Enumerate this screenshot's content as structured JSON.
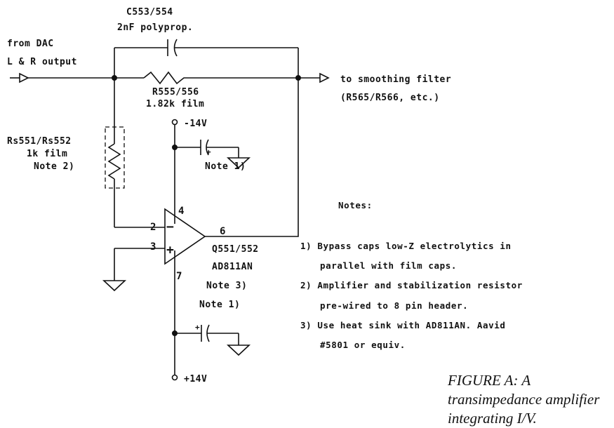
{
  "labels": {
    "cap_feedback_ref": "C553/554",
    "cap_feedback_value": "2nF polyprop.",
    "input_line1": "from DAC",
    "input_line2": "L & R output",
    "output_line1": "to smoothing filter",
    "output_line2": "(R565/R566, etc.)",
    "res_feedback_ref": "R555/556",
    "res_feedback_value": "1.82k film",
    "stab_res_ref": "Rs551/Rs552",
    "stab_res_value": "1k film",
    "stab_res_note": "Note 2)",
    "neg_supply": "-14V",
    "pos_supply": "+14V",
    "neg_bypass_note": "Note 1)",
    "pos_bypass_note": "Note 1)",
    "pin2": "2",
    "pin3": "3",
    "pin4": "4",
    "pin6": "6",
    "pin7": "7",
    "opamp_ref": "Q551/552",
    "opamp_part": "AD811AN",
    "opamp_note": "Note 3)",
    "minus_sign": "−",
    "plus_sign": "+",
    "cap_plus_top": "+",
    "cap_plus_bottom": "+"
  },
  "notes": {
    "heading": "Notes:",
    "items": [
      {
        "line1": "1)  Bypass caps low-Z electrolytics in",
        "line2": "parallel with film caps."
      },
      {
        "line1": "2)  Amplifier and stabilization resistor",
        "line2": "pre-wired to 8 pin header."
      },
      {
        "line1": "3)  Use heat sink with AD811AN. Aavid",
        "line2": "#5801 or equiv."
      }
    ]
  },
  "caption": "FIGURE A: A transimpedance amplifier integrating I/V."
}
